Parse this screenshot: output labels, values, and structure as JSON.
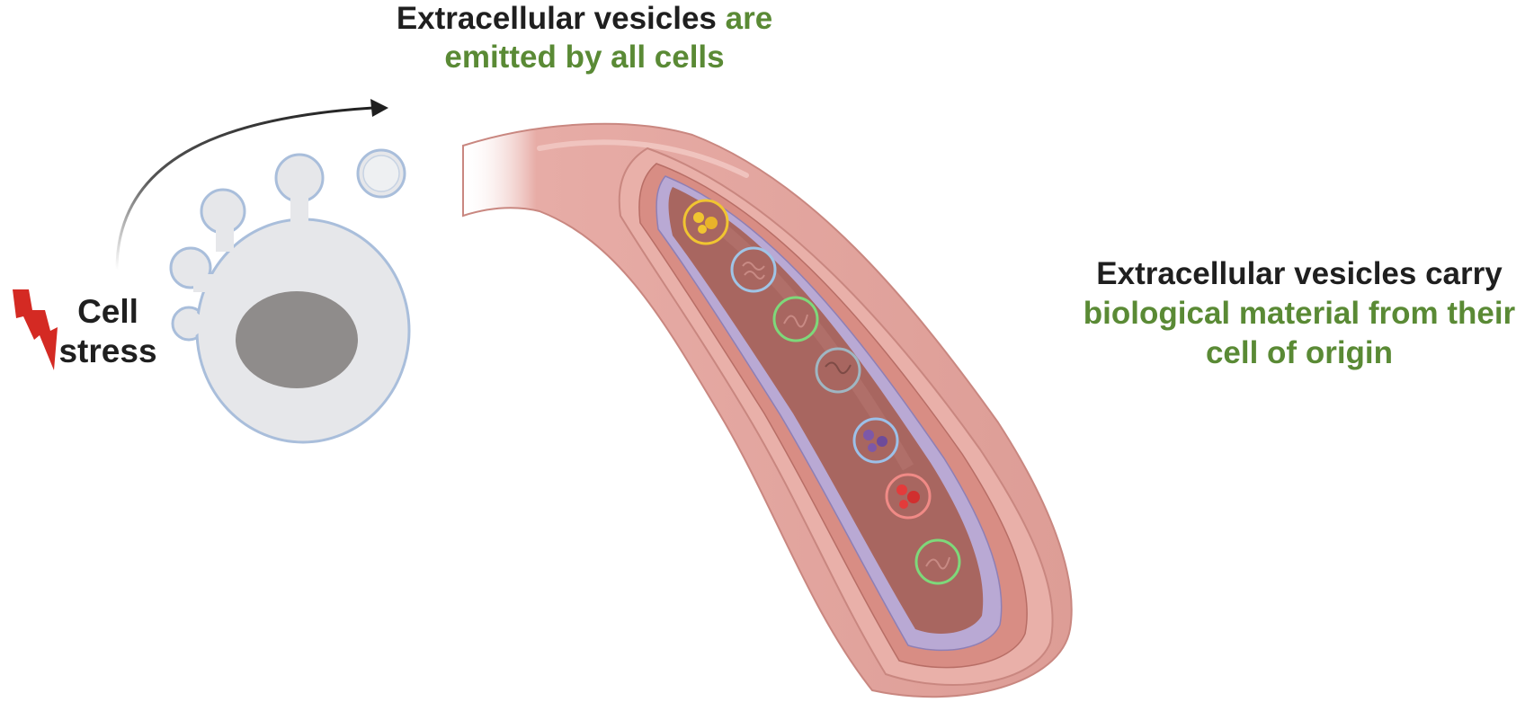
{
  "captions": {
    "top": {
      "dark": "Extracellular vesicles ",
      "green_1": "are",
      "green_2": "emitted by all cells"
    },
    "right": {
      "dark": "Extracellular vesicles carry",
      "green_1": "biological material from their",
      "green_2": "cell of origin"
    },
    "stress": {
      "line_1": "Cell",
      "line_2": "stress"
    }
  },
  "colors": {
    "text_dark": "#1f1f1f",
    "text_green": "#5a8a35",
    "cell_fill": "#e6e7ea",
    "cell_outline": "#a9bedb",
    "nucleus": "#8f8c8b",
    "lightning": "#d42a23",
    "vessel_outer": "#e0a49e",
    "vessel_lumen": "#a86660"
  },
  "vesicles": [
    {
      "color": "#f0c531",
      "cargo": "protein-clusters"
    },
    {
      "color": "#9fc4e6",
      "cargo": "rna-strands"
    },
    {
      "color": "#7ed87a",
      "cargo": "rna-strands"
    },
    {
      "color": "#9fb6c2",
      "cargo": "rna-strands"
    },
    {
      "color": "#9cc0e8",
      "cargo": "protein-clusters"
    },
    {
      "color": "#f08a86",
      "cargo": "protein-clusters"
    },
    {
      "color": "#7ed87a",
      "cargo": "rna-strands"
    }
  ]
}
